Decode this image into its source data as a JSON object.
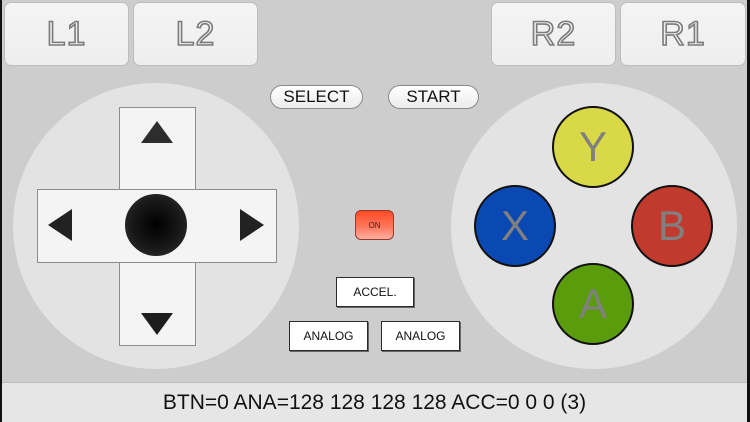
{
  "shoulder_buttons": {
    "l1": "L1",
    "l2": "L2",
    "r2": "R2",
    "r1": "R1"
  },
  "center_buttons": {
    "select": "SELECT",
    "start": "START",
    "toggle": "ON",
    "accel": "ACCEL.",
    "analog_left": "ANALOG",
    "analog_right": "ANALOG"
  },
  "dpad": {
    "directions": [
      "up",
      "down",
      "left",
      "right"
    ],
    "stick": "analog-stick"
  },
  "face_buttons": [
    {
      "label": "Y",
      "color": "#d9d947"
    },
    {
      "label": "X",
      "color": "#0a49b3"
    },
    {
      "label": "B",
      "color": "#c23a2e"
    },
    {
      "label": "A",
      "color": "#5a9c0c"
    }
  ],
  "colors": {
    "background": "#cdcdcd",
    "pad_bg": "#e3e3e3",
    "toggle_on": "#ff4a22"
  },
  "status": {
    "text": "BTN=0 ANA=128 128 128 128 ACC=0 0 0 (3)"
  }
}
